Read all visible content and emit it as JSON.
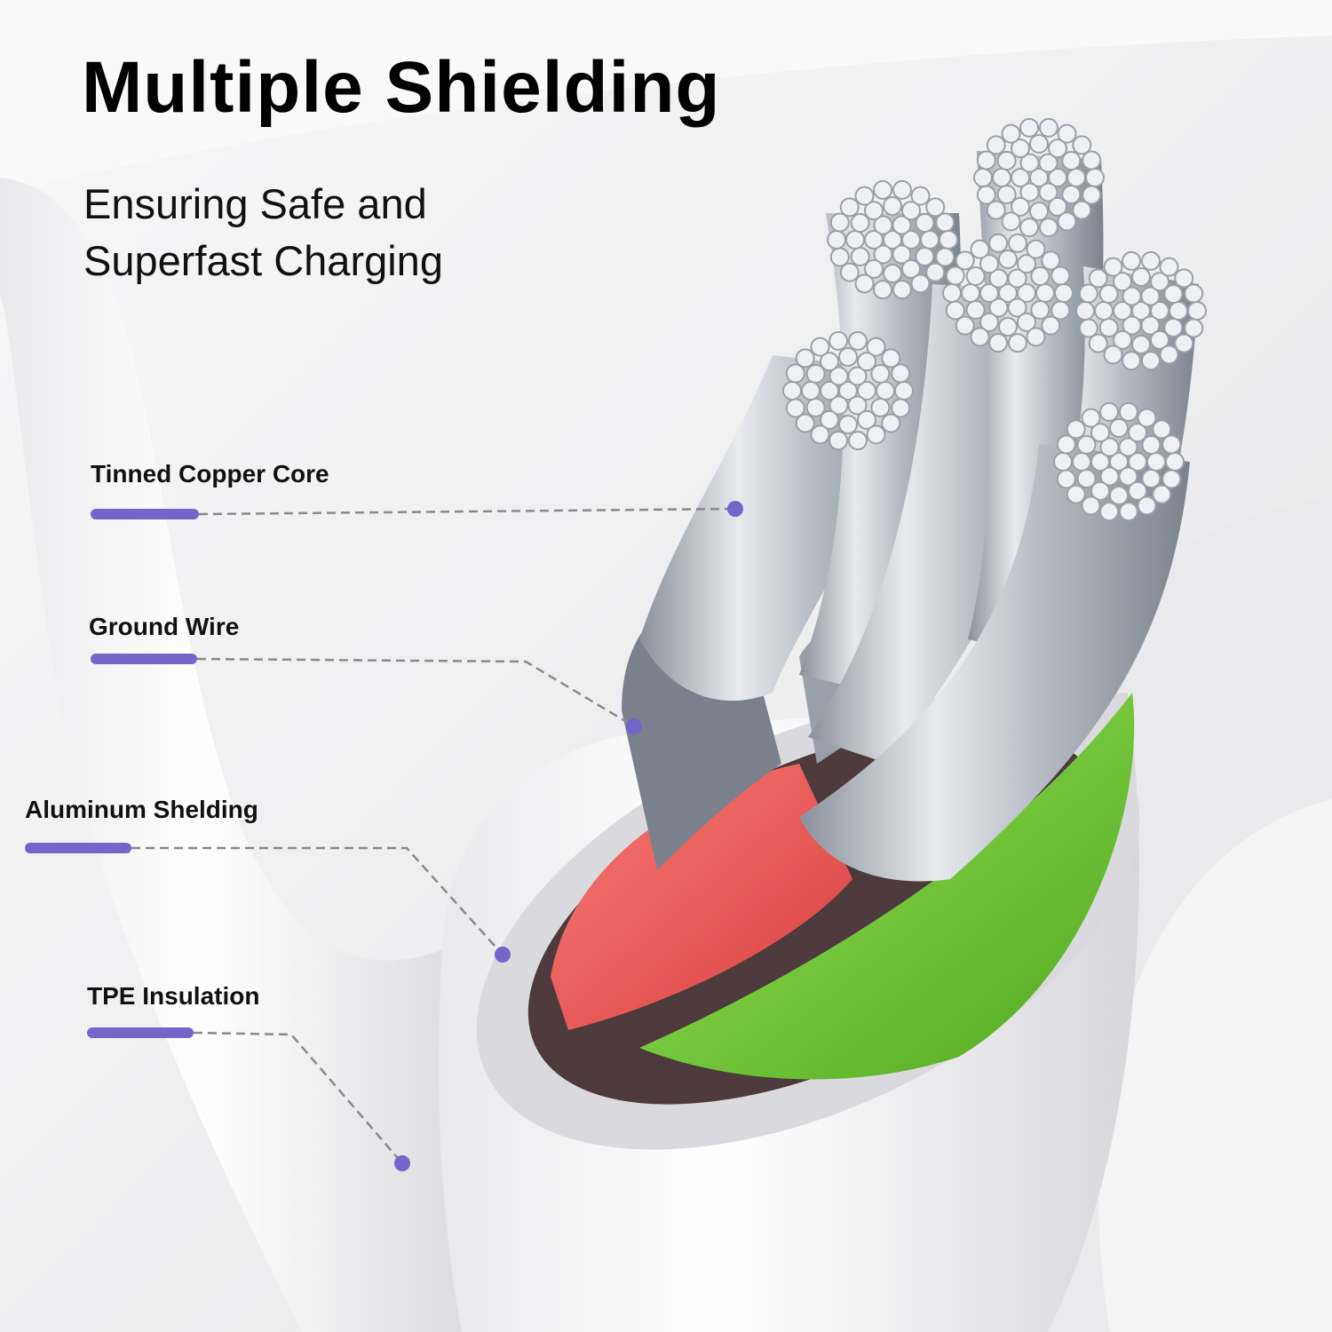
{
  "title": "Multiple Shielding",
  "subtitle_line1": "Ensuring Safe and",
  "subtitle_line2": "Superfast Charging",
  "callouts": [
    {
      "label": "Tinned Copper Core"
    },
    {
      "label": "Ground Wire"
    },
    {
      "label": "Aluminum Shelding"
    },
    {
      "label": "TPE Insulation"
    }
  ],
  "colors": {
    "accent": "#7466c8",
    "red_wire": "#ee5552",
    "green_wire": "#7fd43c",
    "dash": "#8a8a8a"
  }
}
